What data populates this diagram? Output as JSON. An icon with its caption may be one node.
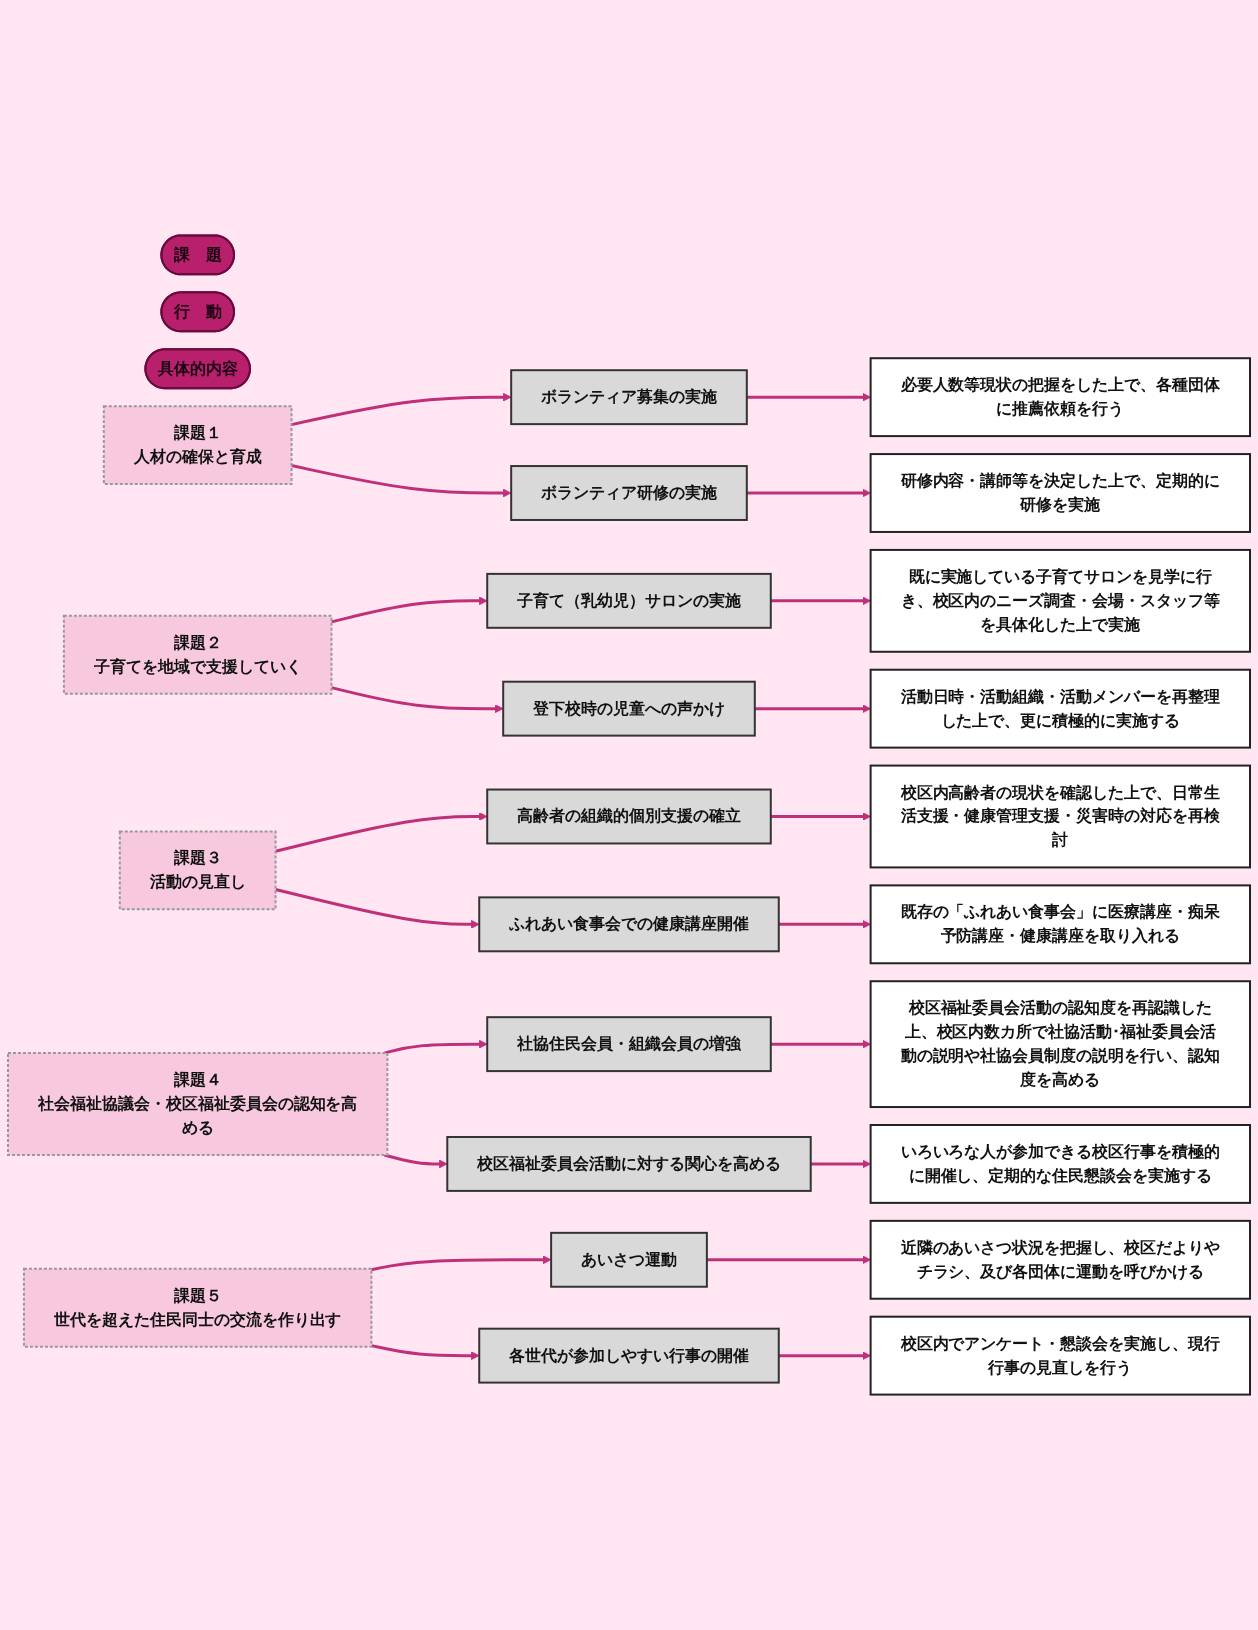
{
  "diagram": {
    "nodes": [
      {
        "text": [
          "課　題"
        ]
      },
      {
        "text": [
          "行　動"
        ]
      },
      {
        "text": [
          "具体的内容"
        ]
      },
      {
        "text": [
          "課題１",
          "人材の確保と育成"
        ]
      },
      {
        "text": [
          "ボランティア募集の実施"
        ]
      },
      {
        "text": [
          "必要人数等現状の把握をした上で、各種団体に推薦依頼を行う"
        ]
      },
      {
        "text": [
          "ボランティア研修の実施"
        ]
      },
      {
        "text": [
          "研修内容・講師等を決定した上で、定期的に研修を実施"
        ]
      },
      {
        "text": [
          "課題２",
          "子育てを地域で支援していく"
        ]
      },
      {
        "text": [
          "子育て（乳幼児）サロンの実施"
        ]
      },
      {
        "text": [
          "既に実施している子育てサロンを見学に行き、校区内のニーズ調査・会場・スタッフ等を具体化した上で実施"
        ]
      },
      {
        "text": [
          "登下校時の児童への声かけ"
        ]
      },
      {
        "text": [
          "活動日時・活動組織・活動メンバーを再整理した上で、更に積極的に実施する"
        ]
      },
      {
        "text": [
          "課題３",
          "活動の見直し"
        ]
      },
      {
        "text": [
          "高齢者の組織的個別支援の確立"
        ]
      },
      {
        "text": [
          "校区内高齢者の現状を確認した上で、日常生活支援・健康管理支援・災害時の対応を再検討"
        ]
      },
      {
        "text": [
          "ふれあい食事会での健康講座開催"
        ]
      },
      {
        "text": [
          "既存の「ふれあい食事会」に医療講座・痴呆予防講座・健康講座を取り入れる"
        ]
      },
      {
        "text": [
          "課題４",
          "社会福祉協議会・校区福祉委員会の認知を高める"
        ]
      },
      {
        "text": [
          "社協住民会員・組織会員の増強"
        ]
      },
      {
        "text": [
          "校区福祉委員会活動の認知度を再認識した上、校区内数カ所で社協活動･福祉委員会活動の説明や社協会員制度の説明を行い、認知度を高める"
        ]
      },
      {
        "text": [
          "校区福祉委員会活動に対する関心を高める"
        ]
      },
      {
        "text": [
          "いろいろな人が参加できる校区行事を積極的に開催し、定期的な住民懇談会を実施する"
        ]
      },
      {
        "text": [
          "課題５",
          "世代を超えた住民同士の交流を作り出す"
        ]
      },
      {
        "text": [
          "あいさつ運動"
        ]
      },
      {
        "text": [
          "近隣のあいさつ状況を把握し、校区だよりやチラシ、及び各団体に運動を呼びかける"
        ]
      },
      {
        "text": [
          "各世代が参加しやすい行事の開催"
        ]
      },
      {
        "text": [
          "校区内でアンケート・懇談会を実施し、現行行事の見直しを行う"
        ]
      }
    ],
    "edges": [
      {
        "from": 3,
        "to": 4,
        "arrow": "to"
      },
      {
        "from": 4,
        "to": 5,
        "arrow": "to"
      },
      {
        "from": 3,
        "to": 6,
        "arrow": "to"
      },
      {
        "from": 6,
        "to": 7,
        "arrow": "to"
      },
      {
        "from": 8,
        "to": 9,
        "arrow": "to"
      },
      {
        "from": 9,
        "to": 10,
        "arrow": "to"
      },
      {
        "from": 8,
        "to": 11,
        "arrow": "to"
      },
      {
        "from": 11,
        "to": 12,
        "arrow": "to"
      },
      {
        "from": 13,
        "to": 14,
        "arrow": "to"
      },
      {
        "from": 14,
        "to": 15,
        "arrow": "to"
      },
      {
        "from": 13,
        "to": 16,
        "arrow": "to"
      },
      {
        "from": 16,
        "to": 17,
        "arrow": "to"
      },
      {
        "from": 18,
        "to": 19,
        "arrow": "to"
      },
      {
        "from": 19,
        "to": 20,
        "arrow": "to"
      },
      {
        "from": 18,
        "to": 21,
        "arrow": "to"
      },
      {
        "from": 21,
        "to": 22,
        "arrow": "to"
      },
      {
        "from": 23,
        "to": 24,
        "arrow": "to"
      },
      {
        "from": 24,
        "to": 25,
        "arrow": "to"
      },
      {
        "from": 23,
        "to": 26,
        "arrow": "to"
      },
      {
        "from": 26,
        "to": 27,
        "arrow": "to"
      }
    ]
  }
}
